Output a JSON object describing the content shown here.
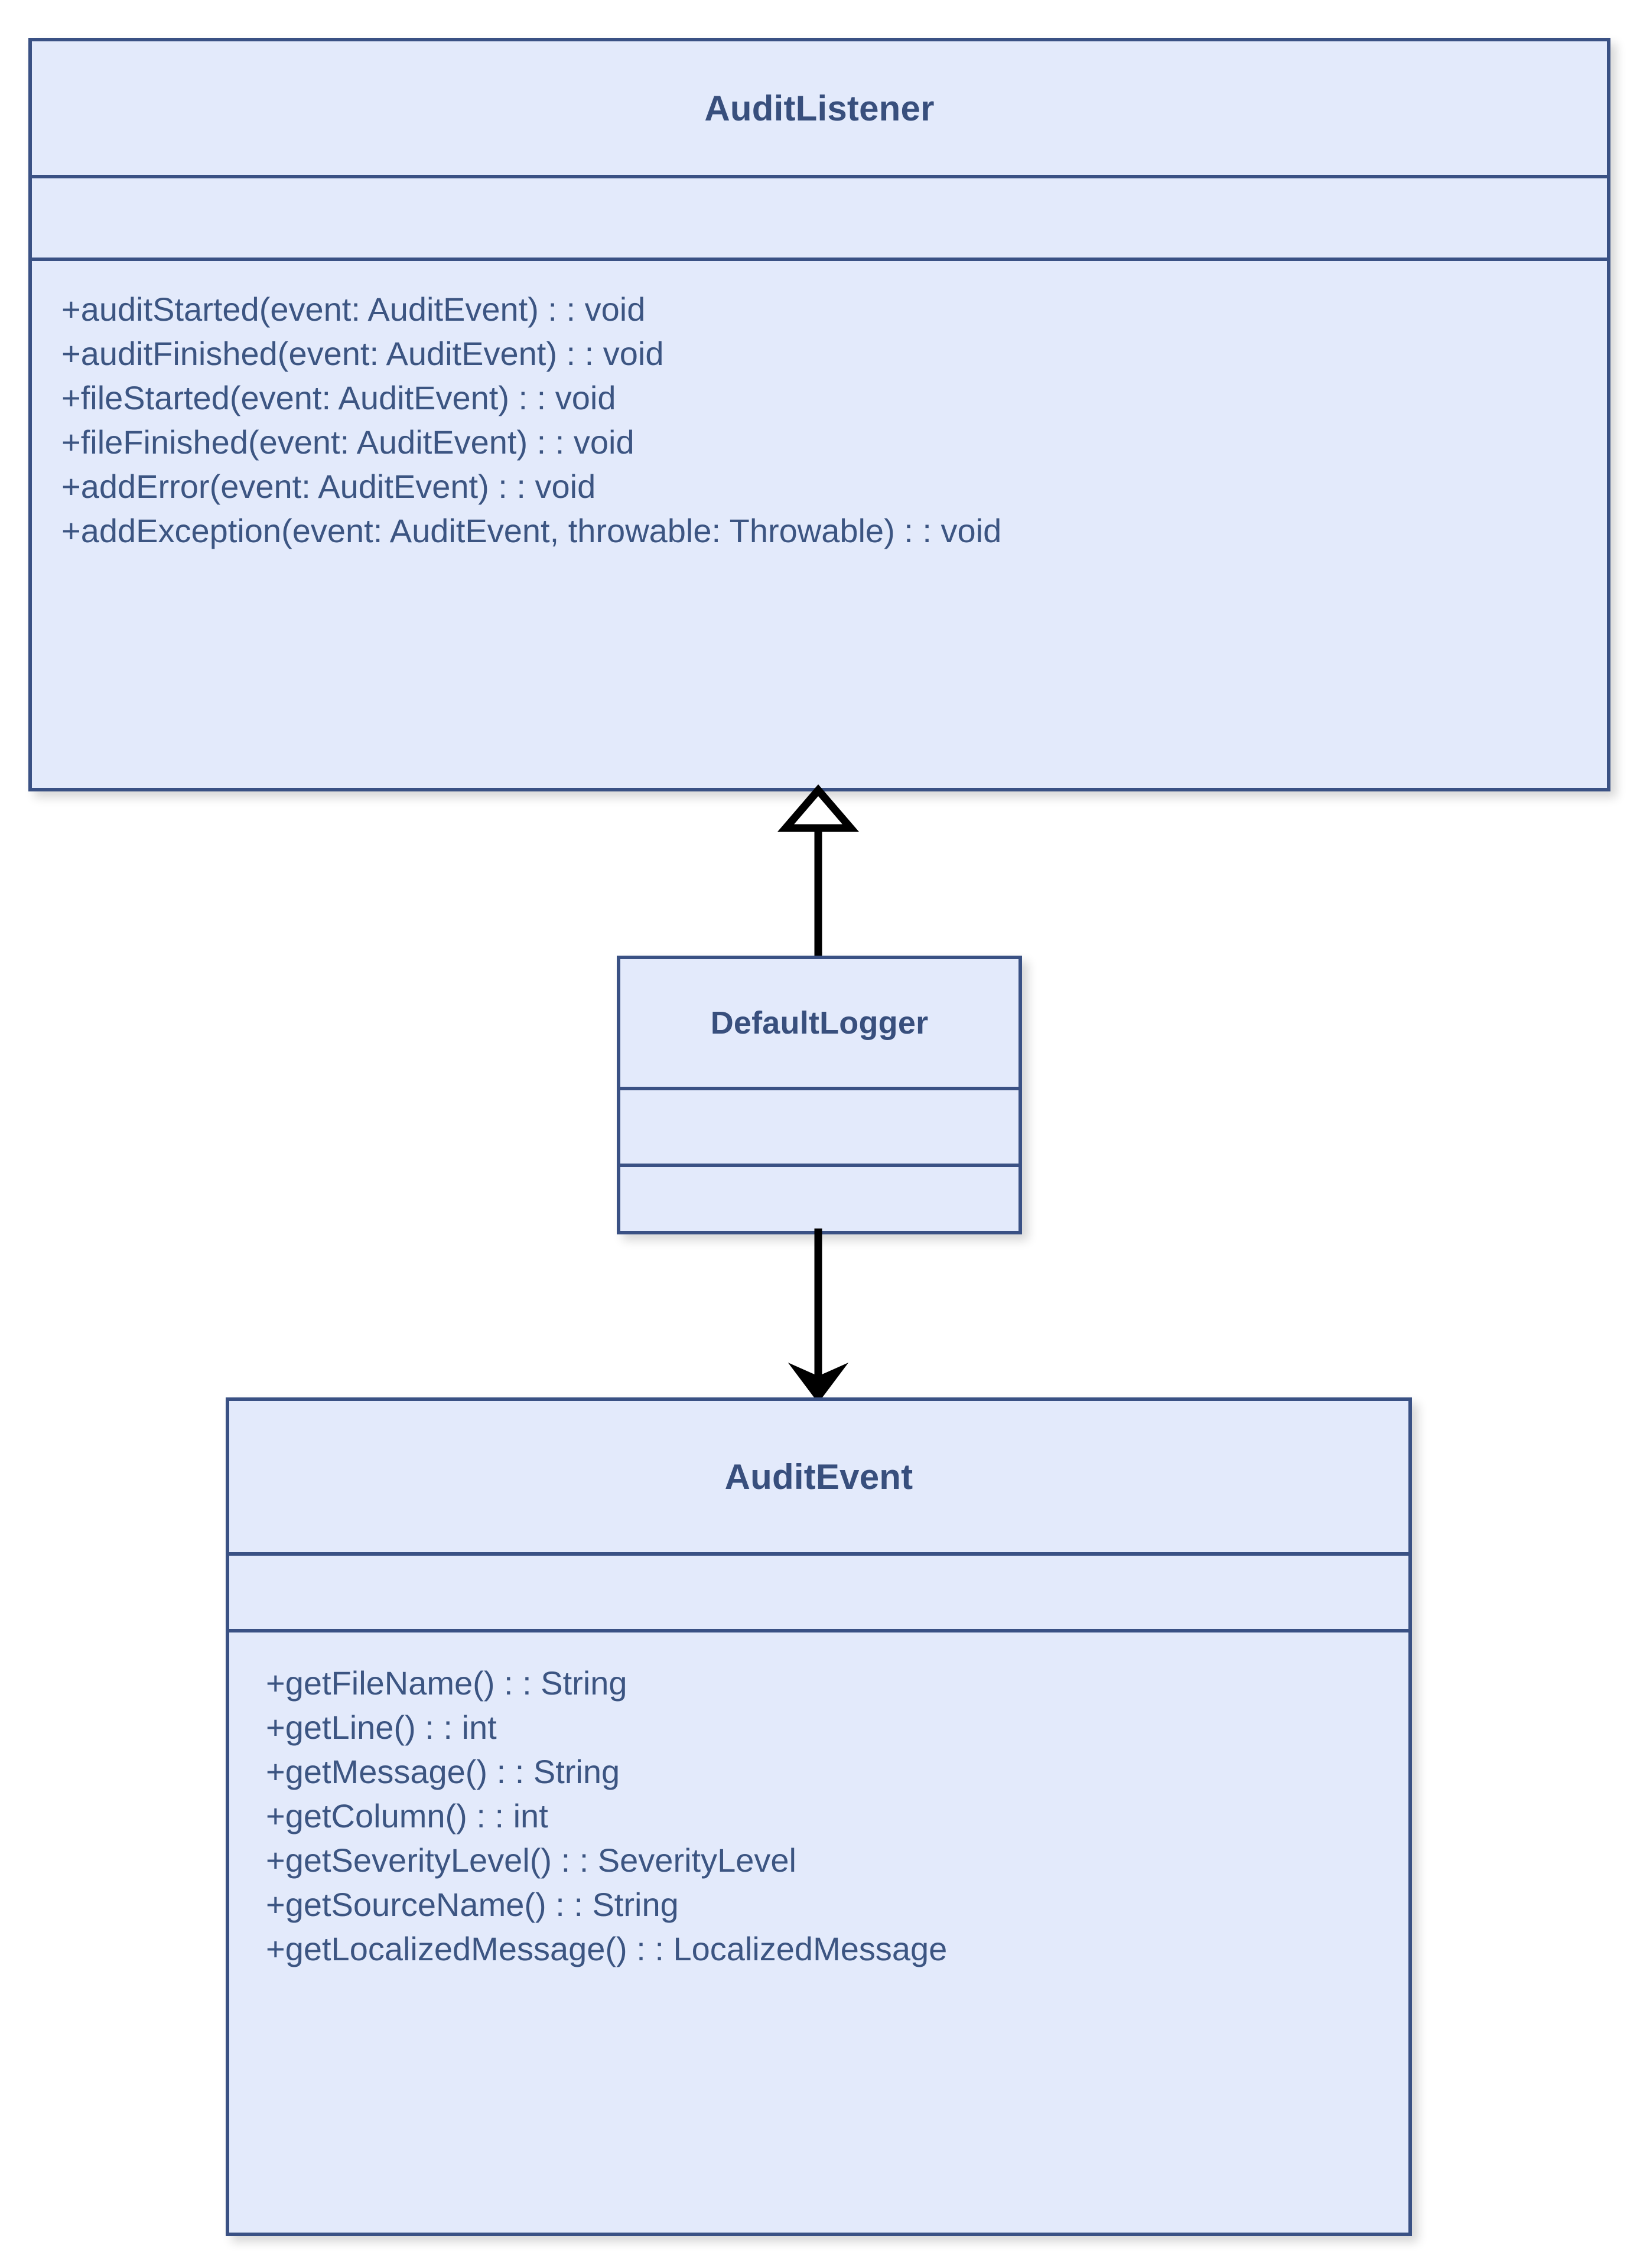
{
  "diagram": {
    "type": "uml-class-diagram",
    "title": "AuditListener / DefaultLogger / AuditEvent",
    "colors": {
      "class_fill": "#e3eafb",
      "class_border": "#3a5184",
      "title_text": "#384f7d",
      "member_text": "#3c5582",
      "connector": "#000000",
      "background": "#ffffff"
    }
  },
  "classes": {
    "audit_listener": {
      "name": "AuditListener",
      "attributes": [],
      "methods": [
        "+auditStarted(event: AuditEvent) : : void",
        "+auditFinished(event: AuditEvent) : : void",
        "+fileStarted(event: AuditEvent) : : void",
        "+fileFinished(event: AuditEvent) : : void",
        "+addError(event: AuditEvent) : : void",
        "+addException(event: AuditEvent, throwable: Throwable) : : void"
      ]
    },
    "default_logger": {
      "name": "DefaultLogger",
      "attributes": [],
      "methods": []
    },
    "audit_event": {
      "name": "AuditEvent",
      "attributes": [],
      "methods": [
        "+getFileName() : : String",
        "+getLine() : : int",
        "+getMessage() : : String",
        "+getColumn() : : int",
        "+getSeverityLevel() : : SeverityLevel",
        "+getSourceName() : : String",
        "+getLocalizedMessage() : : LocalizedMessage"
      ]
    }
  },
  "relationships": [
    {
      "id": "generalization",
      "from": "DefaultLogger",
      "to": "AuditListener",
      "kind": "generalization",
      "arrowhead": "hollow-triangle",
      "line": "solid",
      "direction": "up"
    },
    {
      "id": "dependency",
      "from": "DefaultLogger",
      "to": "AuditEvent",
      "kind": "dependency",
      "arrowhead": "filled-arrow",
      "line": "solid",
      "direction": "down"
    }
  ]
}
